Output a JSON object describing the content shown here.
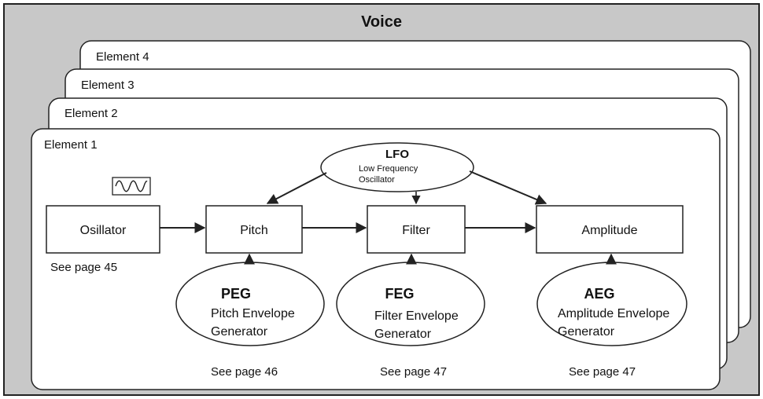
{
  "diagram": {
    "title": "Voice",
    "layers": [
      {
        "label": "Element 4"
      },
      {
        "label": "Element 3"
      },
      {
        "label": "Element 2"
      },
      {
        "label": "Element 1"
      }
    ],
    "blocks": {
      "oscillator": "Osillator",
      "pitch": "Pitch",
      "filter": "Filter",
      "amplitude": "Amplitude"
    },
    "lfo": {
      "abbr": "LFO",
      "line1": "Low Frequency",
      "line2": "Oscillator"
    },
    "envelopes": {
      "peg": {
        "abbr": "PEG",
        "line1": "Pitch Envelope",
        "line2": "Generator"
      },
      "feg": {
        "abbr": "FEG",
        "line1": "Filter Envelope",
        "line2": "Generator"
      },
      "aeg": {
        "abbr": "AEG",
        "line1": "Amplitude Envelope",
        "line2": "Generator"
      }
    },
    "references": {
      "oscillator": "See page 45",
      "peg": "See page 46",
      "feg": "See page 47",
      "aeg": "See page 47"
    },
    "colors": {
      "voice_background": "#c8c8c8",
      "stroke": "#222222",
      "panel": "#ffffff"
    },
    "icons": {
      "waveform": "sine-wave-icon"
    }
  }
}
